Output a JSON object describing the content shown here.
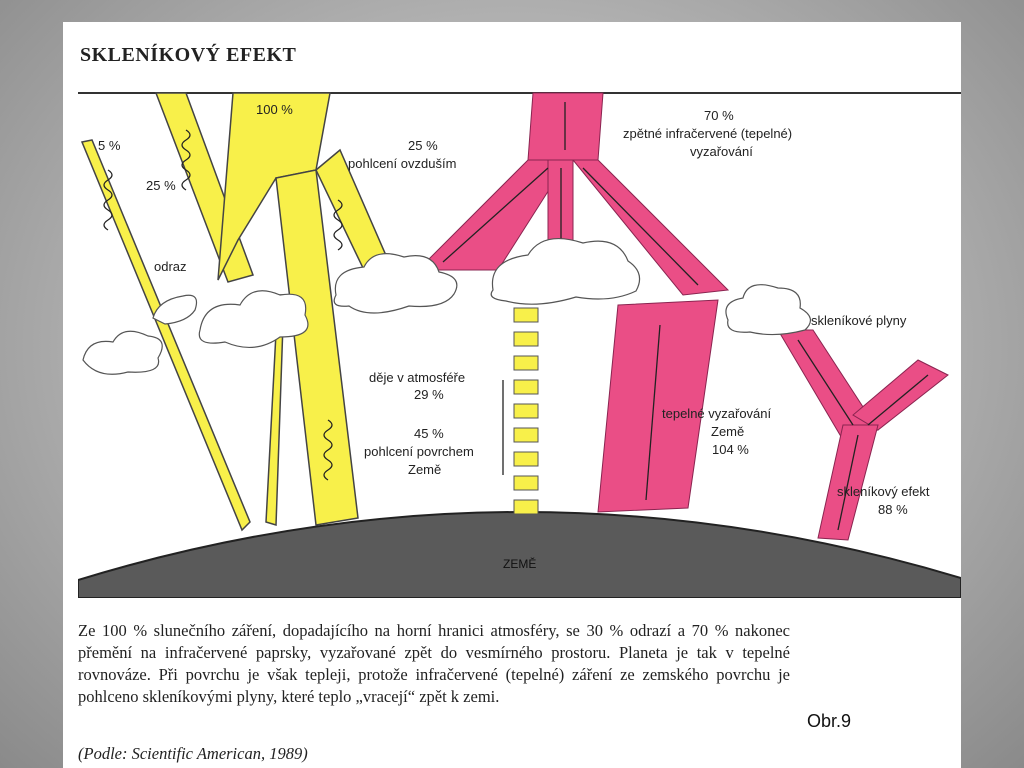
{
  "title": "SKLENÍKOVÝ EFEKT",
  "labels": {
    "total_100": "100 %",
    "reflect_5": "5 %",
    "reflect_25": "25 %",
    "odraz": "odraz",
    "absorb_pct": "25 %",
    "absorb_text": "pohlcení ovzduším",
    "ir_back_pct": "70 %",
    "ir_back_line1": "zpětné infračervené (tepelné)",
    "ir_back_line2": "vyzařování",
    "greenhouse_gases": "skleníkové plyny",
    "atm_processes_line1": "děje v atmosféře",
    "atm_processes_pct": "29 %",
    "surface_abs_pct": "45 %",
    "surface_abs_line1": "pohlcení povrchem",
    "surface_abs_line2": "Země",
    "earth_rad_line1": "tepelné vyzařování",
    "earth_rad_line2": "Země",
    "earth_rad_pct": "104 %",
    "gh_effect_line1": "skleníkový efekt",
    "gh_effect_pct": "88 %",
    "earth": "ZEMĚ"
  },
  "caption": "Ze 100 % slunečního záření, dopadajícího na horní hranici atmosféry, se 30 % odrazí a 70 % nakonec přemění na infračervené paprsky, vyzařované zpět do vesmírného prostoru. Planeta je tak v tepelné rovnováze. Při povrchu je však tepleji, protože infračervené (tepelné) záření ze zemského povrchu je pohlceno skleníkovými plyny, které teplo „vracejí“ zpět k zemi.",
  "source": "(Podle: Scientific American, 1989)",
  "figure_label": "Obr.9",
  "colors": {
    "solar": "#f8f04a",
    "infrared": "#ea4e86",
    "earth": "#5a5a5a",
    "cloud": "#ffffff"
  }
}
